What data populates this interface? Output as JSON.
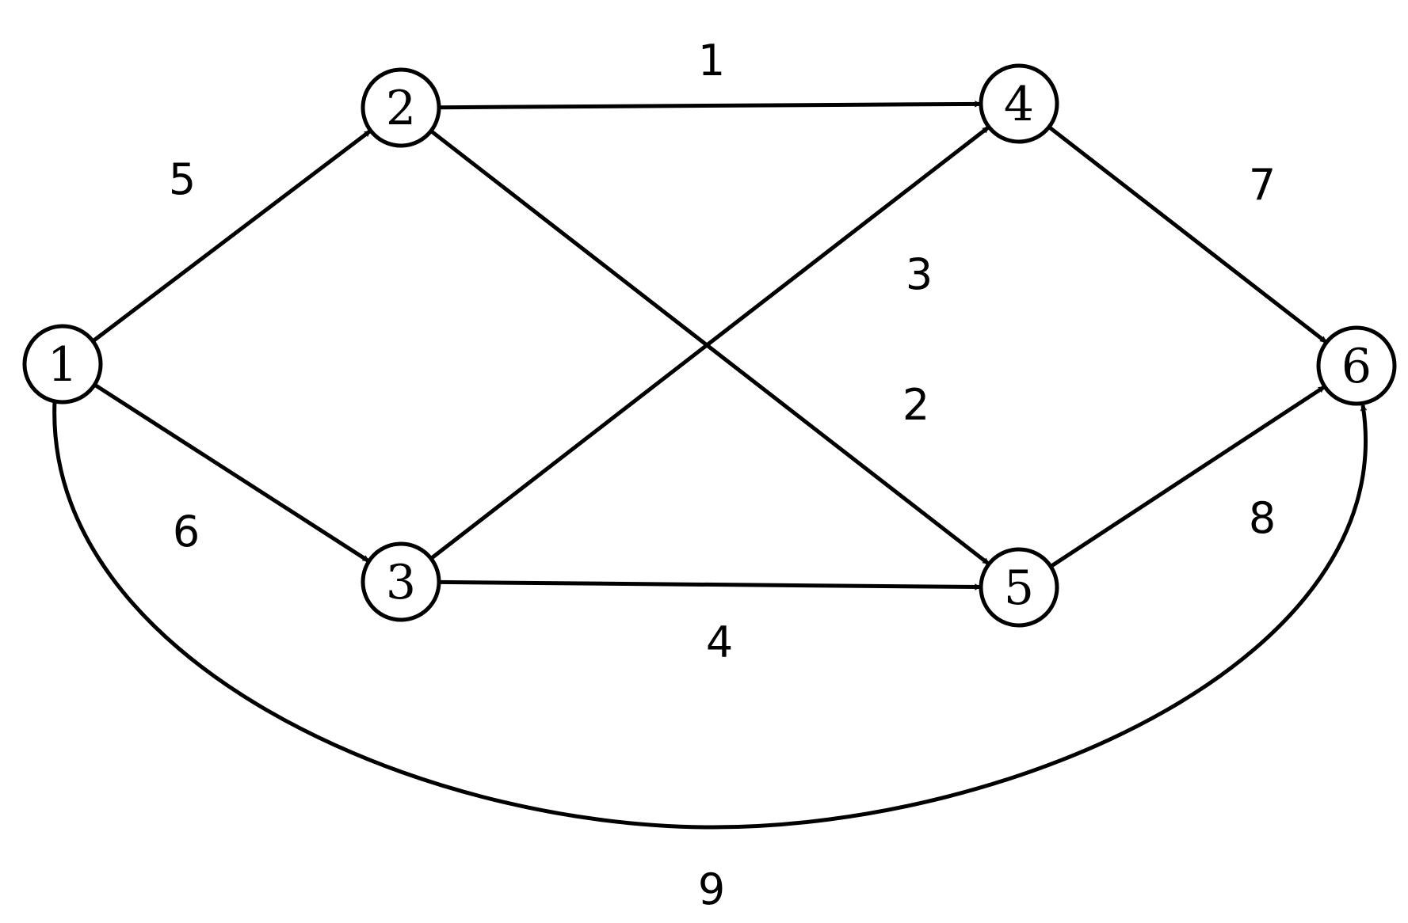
{
  "diagram": {
    "type": "directed-weighted-graph",
    "nodes": [
      {
        "id": "1",
        "label": "1"
      },
      {
        "id": "2",
        "label": "2"
      },
      {
        "id": "3",
        "label": "3"
      },
      {
        "id": "4",
        "label": "4"
      },
      {
        "id": "5",
        "label": "5"
      },
      {
        "id": "6",
        "label": "6"
      }
    ],
    "edges": [
      {
        "from": "1",
        "to": "2",
        "weight": "5"
      },
      {
        "from": "1",
        "to": "3",
        "weight": "6"
      },
      {
        "from": "1",
        "to": "6",
        "weight": "9"
      },
      {
        "from": "2",
        "to": "4",
        "weight": "1"
      },
      {
        "from": "2",
        "to": "5",
        "weight": "2"
      },
      {
        "from": "3",
        "to": "4",
        "weight": "3"
      },
      {
        "from": "3",
        "to": "5",
        "weight": "4"
      },
      {
        "from": "4",
        "to": "6",
        "weight": "7"
      },
      {
        "from": "5",
        "to": "6",
        "weight": "8"
      }
    ],
    "colors": {
      "stroke": "#000000",
      "background": "#ffffff"
    }
  }
}
